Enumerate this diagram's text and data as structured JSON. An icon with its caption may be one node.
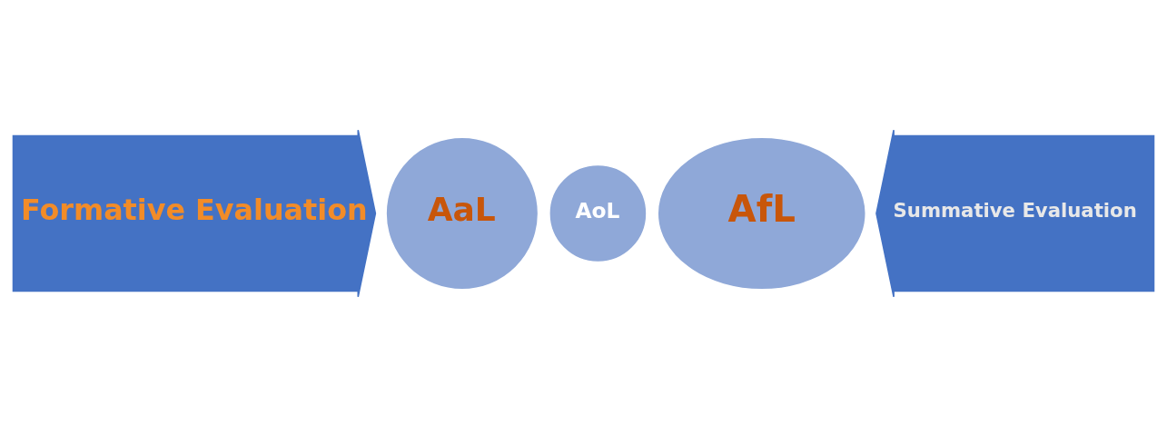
{
  "diagram": {
    "nodes": [
      {
        "text": [
          "Formative Evaluation"
        ]
      },
      {
        "text": [
          "AoL"
        ]
      },
      {
        "text": [
          "AaL"
        ]
      },
      {
        "text": [
          "AfL"
        ]
      },
      {
        "text": [
          "Summative Evaluation"
        ]
      }
    ]
  }
}
